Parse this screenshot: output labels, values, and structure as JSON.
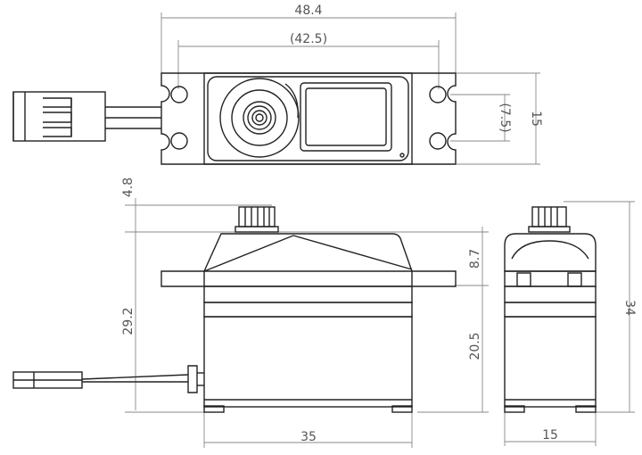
{
  "dimensions": {
    "overall_length": "48.4",
    "mount_hole_spacing": "(42.5)",
    "hole_slot_spacing": "(7.5)",
    "top_width": "15",
    "spline_height": "4.8",
    "case_top_height": "8.7",
    "case_height": "29.2",
    "lower_case_height": "20.5",
    "total_height": "34",
    "case_length": "35",
    "side_width": "15"
  }
}
